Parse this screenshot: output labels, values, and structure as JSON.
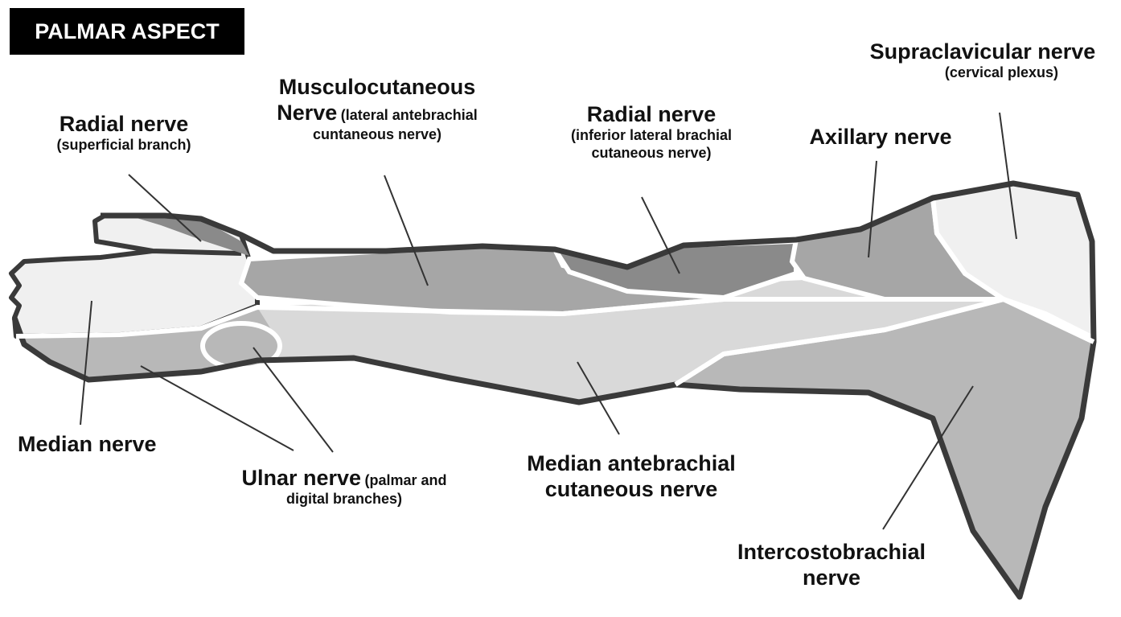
{
  "title": "PALMAR ASPECT",
  "labels": {
    "radial_superficial": {
      "name": "Radial nerve",
      "detail": "(superficial branch)"
    },
    "musculocutaneous": {
      "name_line1": "Musculocutaneous",
      "name_line2": "Nerve",
      "detail_line1": "(lateral antebrachial",
      "detail_line2": "cuntaneous nerve)"
    },
    "radial_inferior": {
      "name": "Radial nerve",
      "detail_line1": "(inferior lateral brachial",
      "detail_line2": "cutaneous nerve)"
    },
    "axillary": {
      "name": "Axillary nerve"
    },
    "supraclavicular": {
      "name": "Supraclavicular nerve",
      "detail": "(cervical plexus)"
    },
    "median": {
      "name": "Median nerve"
    },
    "ulnar": {
      "name": "Ulnar nerve",
      "detail_line1": "(palmar and",
      "detail_line2": "digital branches)"
    },
    "median_antebrachial": {
      "name_line1": "Median antebrachial",
      "name_line2": "cutaneous nerve"
    },
    "intercostobrachial": {
      "name_line1": "Intercostobrachial",
      "name_line2": "nerve"
    }
  },
  "colors": {
    "outline": "#3a3a3a",
    "boundary": "#ffffff",
    "median_hand": "#f0f0f0",
    "ulnar_hand": "#b8b8b8",
    "radial_superficial": "#8a8a8a",
    "musculocutaneous": "#a6a6a6",
    "radial_inferior": "#8a8a8a",
    "axillary": "#a6a6a6",
    "supraclavicular": "#f0f0f0",
    "median_antebrachial": "#d9d9d9",
    "intercostobrachial": "#b8b8b8"
  }
}
